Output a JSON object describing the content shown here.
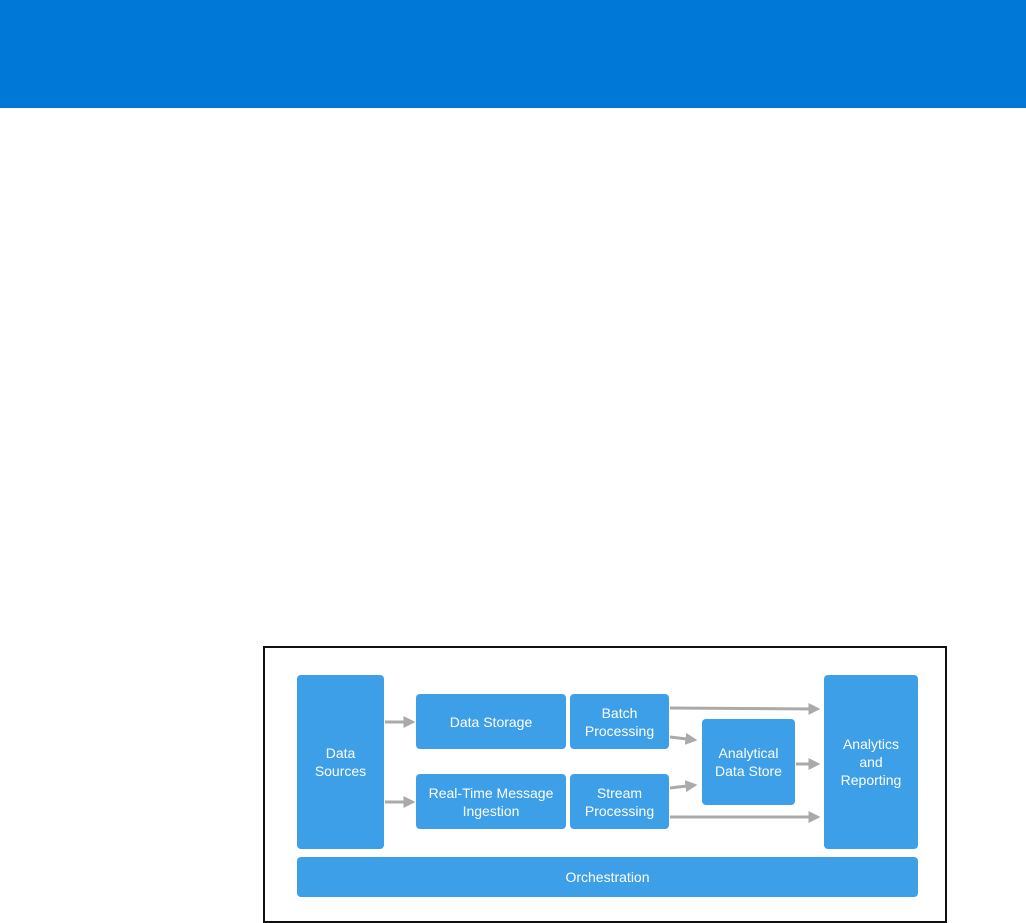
{
  "colors": {
    "banner": "#0078d7",
    "node_fill": "#3d9fe8",
    "node_text": "#ffffff",
    "arrow": "#aaaaaa",
    "frame_border": "#111111"
  },
  "diagram": {
    "nodes": {
      "data_sources": "Data\nSources",
      "data_storage": "Data Storage",
      "realtime_ingestion": "Real-Time Message\nIngestion",
      "batch_processing": "Batch\nProcessing",
      "stream_processing": "Stream\nProcessing",
      "analytical_store": "Analytical\nData Store",
      "analytics_reporting": "Analytics\nand\nReporting",
      "orchestration": "Orchestration"
    }
  }
}
